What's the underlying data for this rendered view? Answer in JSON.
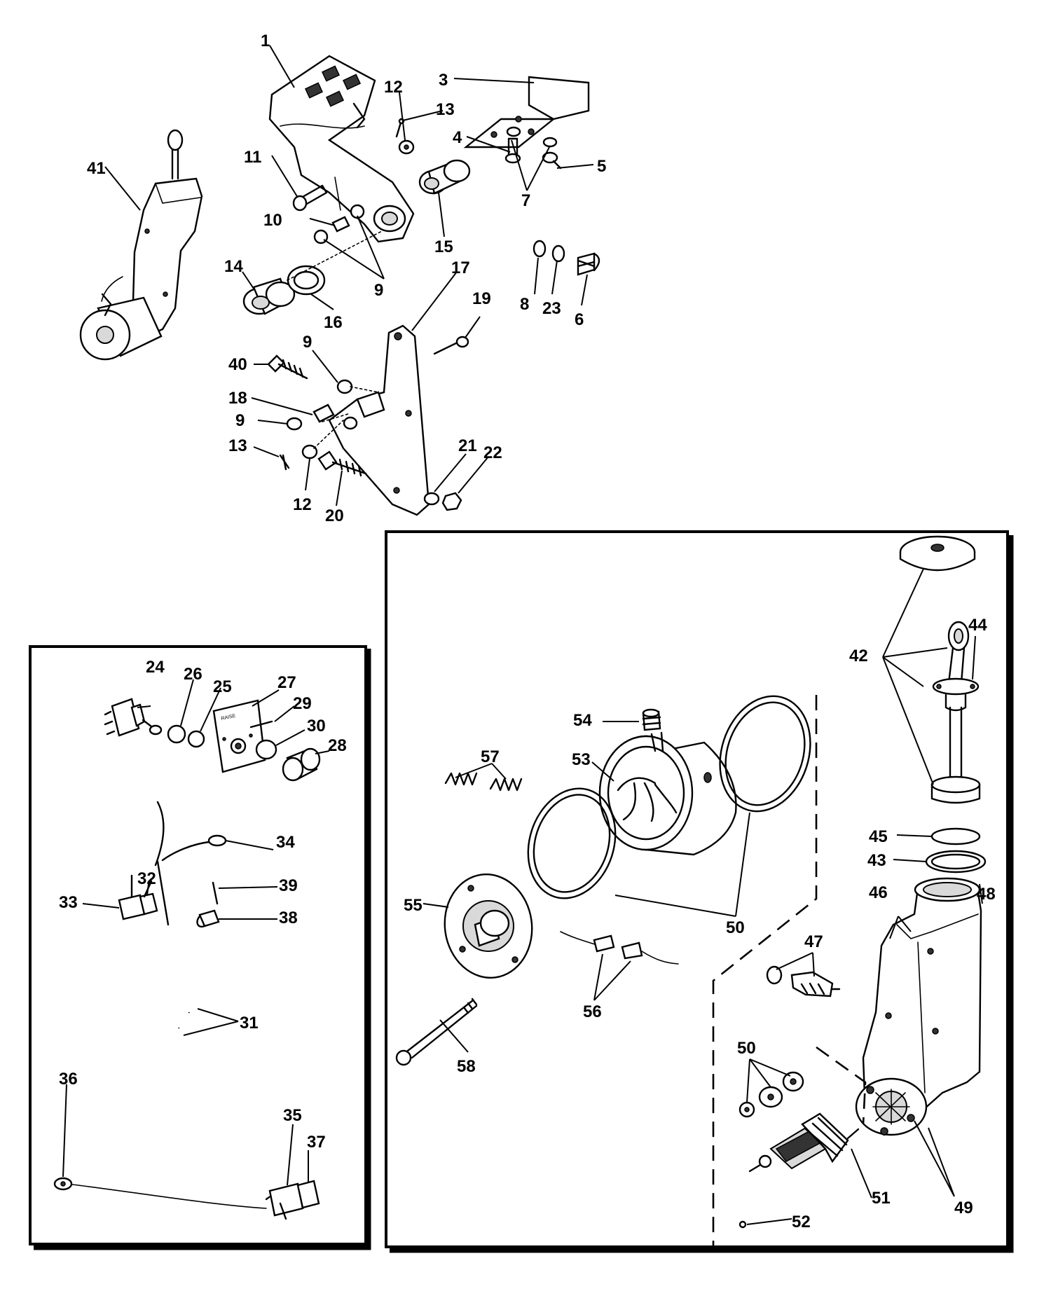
{
  "panel_text": {
    "plate": "RAISE"
  },
  "labels": {
    "l1": "1",
    "l3": "3",
    "l4": "4",
    "l5": "5",
    "l6": "6",
    "l7": "7",
    "l8": "8",
    "l9a": "9",
    "l9b": "9",
    "l9c": "9",
    "l10": "10",
    "l11": "11",
    "l12a": "12",
    "l12b": "12",
    "l13a": "13",
    "l13b": "13",
    "l14": "14",
    "l15": "15",
    "l16": "16",
    "l17": "17",
    "l18": "18",
    "l19": "19",
    "l20": "20",
    "l21": "21",
    "l22": "22",
    "l23": "23",
    "l24": "24",
    "l25": "25",
    "l26": "26",
    "l27": "27",
    "l28": "28",
    "l29": "29",
    "l30": "30",
    "l31": "31",
    "l32": "32",
    "l33": "33",
    "l34": "34",
    "l35": "35",
    "l36": "36",
    "l37": "37",
    "l38": "38",
    "l39": "39",
    "l40": "40",
    "l41": "41",
    "l42": "42",
    "l43": "43",
    "l44": "44",
    "l45": "45",
    "l46": "46",
    "l47": "47",
    "l48": "48",
    "l49": "49",
    "l50a": "50",
    "l50b": "50",
    "l51": "51",
    "l52": "52",
    "l53": "53",
    "l54": "54",
    "l55": "55",
    "l56": "56",
    "l57": "57",
    "l58": "58"
  }
}
